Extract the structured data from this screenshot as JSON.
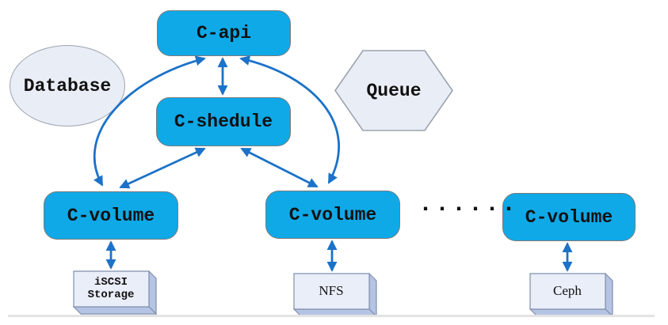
{
  "diagram": {
    "colors": {
      "node_fill": "#0FA9E8",
      "node_border": "#7A7A7A",
      "shape_fill": "#E9EDF6",
      "shape_border": "#9CA3AE",
      "storage_front": "#EAEEF9",
      "storage_side": "#B5C4E4",
      "storage_border": "#8090AC",
      "arrow": "#1B72C8",
      "divider": "#E3E3E3"
    },
    "nodes": {
      "c_api": {
        "label": "C-api"
      },
      "database": {
        "label": "Database"
      },
      "queue": {
        "label": "Queue"
      },
      "c_shedule": {
        "label": "C-shedule"
      },
      "c_volume_1": {
        "label": "C-volume"
      },
      "c_volume_2": {
        "label": "C-volume"
      },
      "c_volume_3": {
        "label": "C-volume"
      },
      "iscsi_storage": {
        "label_line1": "iSCSI",
        "label_line2": "Storage"
      },
      "nfs": {
        "label": "NFS"
      },
      "ceph": {
        "label": "Ceph"
      }
    },
    "ellipsis": "······",
    "edges": [
      {
        "from": "c_api",
        "to": "c_shedule",
        "style": "straight",
        "bidirectional": true
      },
      {
        "from": "c_api",
        "to": "c_volume_1",
        "style": "arc",
        "bidirectional": true
      },
      {
        "from": "c_api",
        "to": "c_volume_2",
        "style": "arc",
        "bidirectional": true
      },
      {
        "from": "c_shedule",
        "to": "c_volume_1",
        "style": "straight",
        "bidirectional": true
      },
      {
        "from": "c_shedule",
        "to": "c_volume_2",
        "style": "straight",
        "bidirectional": true
      },
      {
        "from": "c_volume_1",
        "to": "iscsi_storage",
        "style": "straight",
        "bidirectional": true
      },
      {
        "from": "c_volume_2",
        "to": "nfs",
        "style": "straight",
        "bidirectional": true
      },
      {
        "from": "c_volume_3",
        "to": "ceph",
        "style": "straight",
        "bidirectional": true
      }
    ]
  }
}
